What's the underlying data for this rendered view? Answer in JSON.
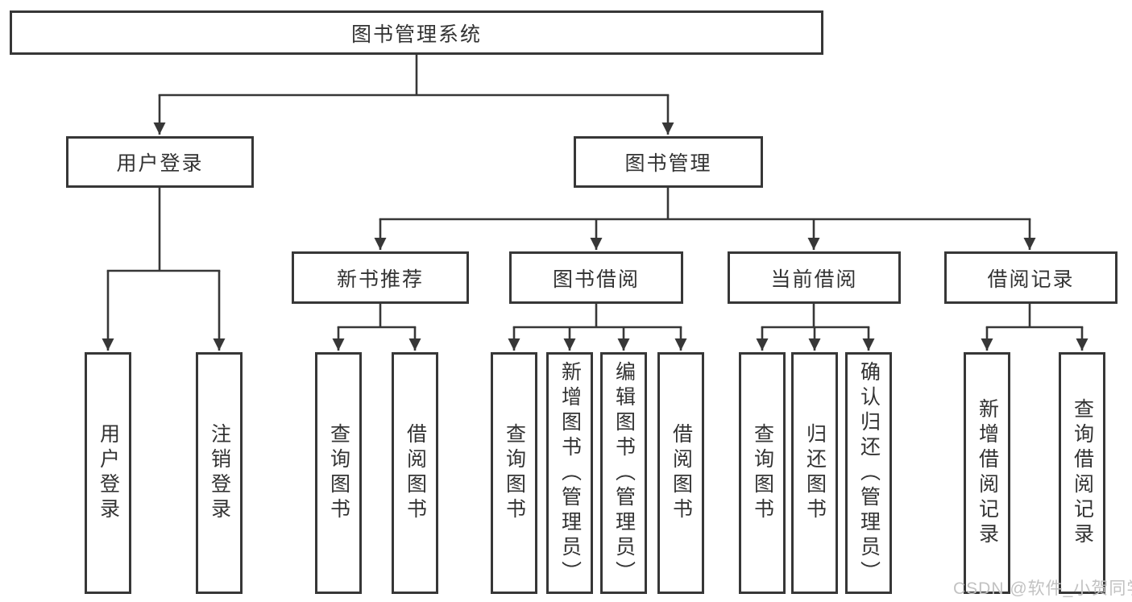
{
  "tree": {
    "root": {
      "label": "图书管理系统"
    },
    "user_branch": {
      "label": "用户登录",
      "children": [
        {
          "label": "用户登录"
        },
        {
          "label": "注销登录"
        }
      ]
    },
    "book_branch": {
      "label": "图书管理",
      "sections": [
        {
          "label": "新书推荐",
          "children": [
            {
              "label": "查询图书"
            },
            {
              "label": "借阅图书"
            }
          ]
        },
        {
          "label": "图书借阅",
          "children": [
            {
              "label": "查询图书"
            },
            {
              "label": "新增图书（管理员）"
            },
            {
              "label": "编辑图书（管理员）"
            },
            {
              "label": "借阅图书"
            }
          ]
        },
        {
          "label": "当前借阅",
          "children": [
            {
              "label": "查询图书"
            },
            {
              "label": "归还图书"
            },
            {
              "label": "确认归还（管理员）"
            }
          ]
        },
        {
          "label": "借阅记录",
          "children": [
            {
              "label": "新增借阅记录"
            },
            {
              "label": "查询借阅记录"
            }
          ]
        }
      ]
    }
  },
  "watermark": "CSDN @软件_小贺同学",
  "colors": {
    "line": "#373737",
    "box_border": "#373737",
    "box_background": "#ffffff",
    "text": "#333333",
    "watermark": "#c2c2c2",
    "page_background": "#ffffff"
  }
}
